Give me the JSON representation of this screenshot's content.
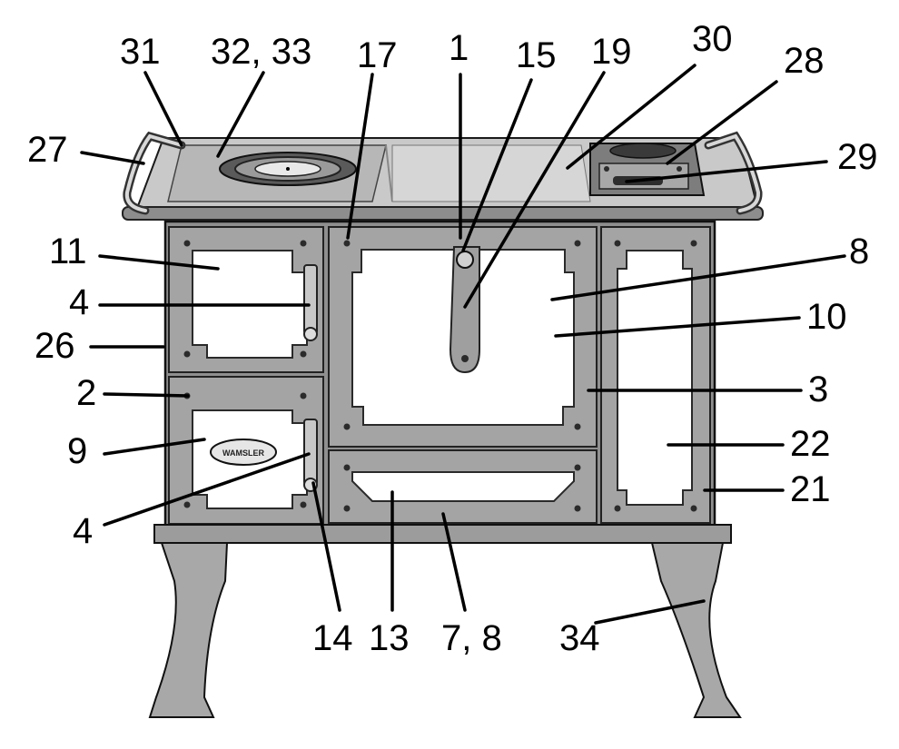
{
  "callouts": [
    {
      "id": "c31",
      "label": "31"
    },
    {
      "id": "c3233",
      "label": "32, 33"
    },
    {
      "id": "c17",
      "label": "17"
    },
    {
      "id": "c1",
      "label": "1"
    },
    {
      "id": "c15",
      "label": "15"
    },
    {
      "id": "c19",
      "label": "19"
    },
    {
      "id": "c30",
      "label": "30"
    },
    {
      "id": "c28",
      "label": "28"
    },
    {
      "id": "c27",
      "label": "27"
    },
    {
      "id": "c29",
      "label": "29"
    },
    {
      "id": "c11",
      "label": "11"
    },
    {
      "id": "c8",
      "label": "8"
    },
    {
      "id": "c4a",
      "label": "4"
    },
    {
      "id": "c10",
      "label": "10"
    },
    {
      "id": "c26",
      "label": "26"
    },
    {
      "id": "c2",
      "label": "2"
    },
    {
      "id": "c3",
      "label": "3"
    },
    {
      "id": "c9",
      "label": "9"
    },
    {
      "id": "c22",
      "label": "22"
    },
    {
      "id": "c21",
      "label": "21"
    },
    {
      "id": "c4b",
      "label": "4"
    },
    {
      "id": "c14",
      "label": "14"
    },
    {
      "id": "c13",
      "label": "13"
    },
    {
      "id": "c78",
      "label": "7, 8"
    },
    {
      "id": "c34",
      "label": "34"
    }
  ],
  "badge": {
    "text": "WAMSLER"
  }
}
